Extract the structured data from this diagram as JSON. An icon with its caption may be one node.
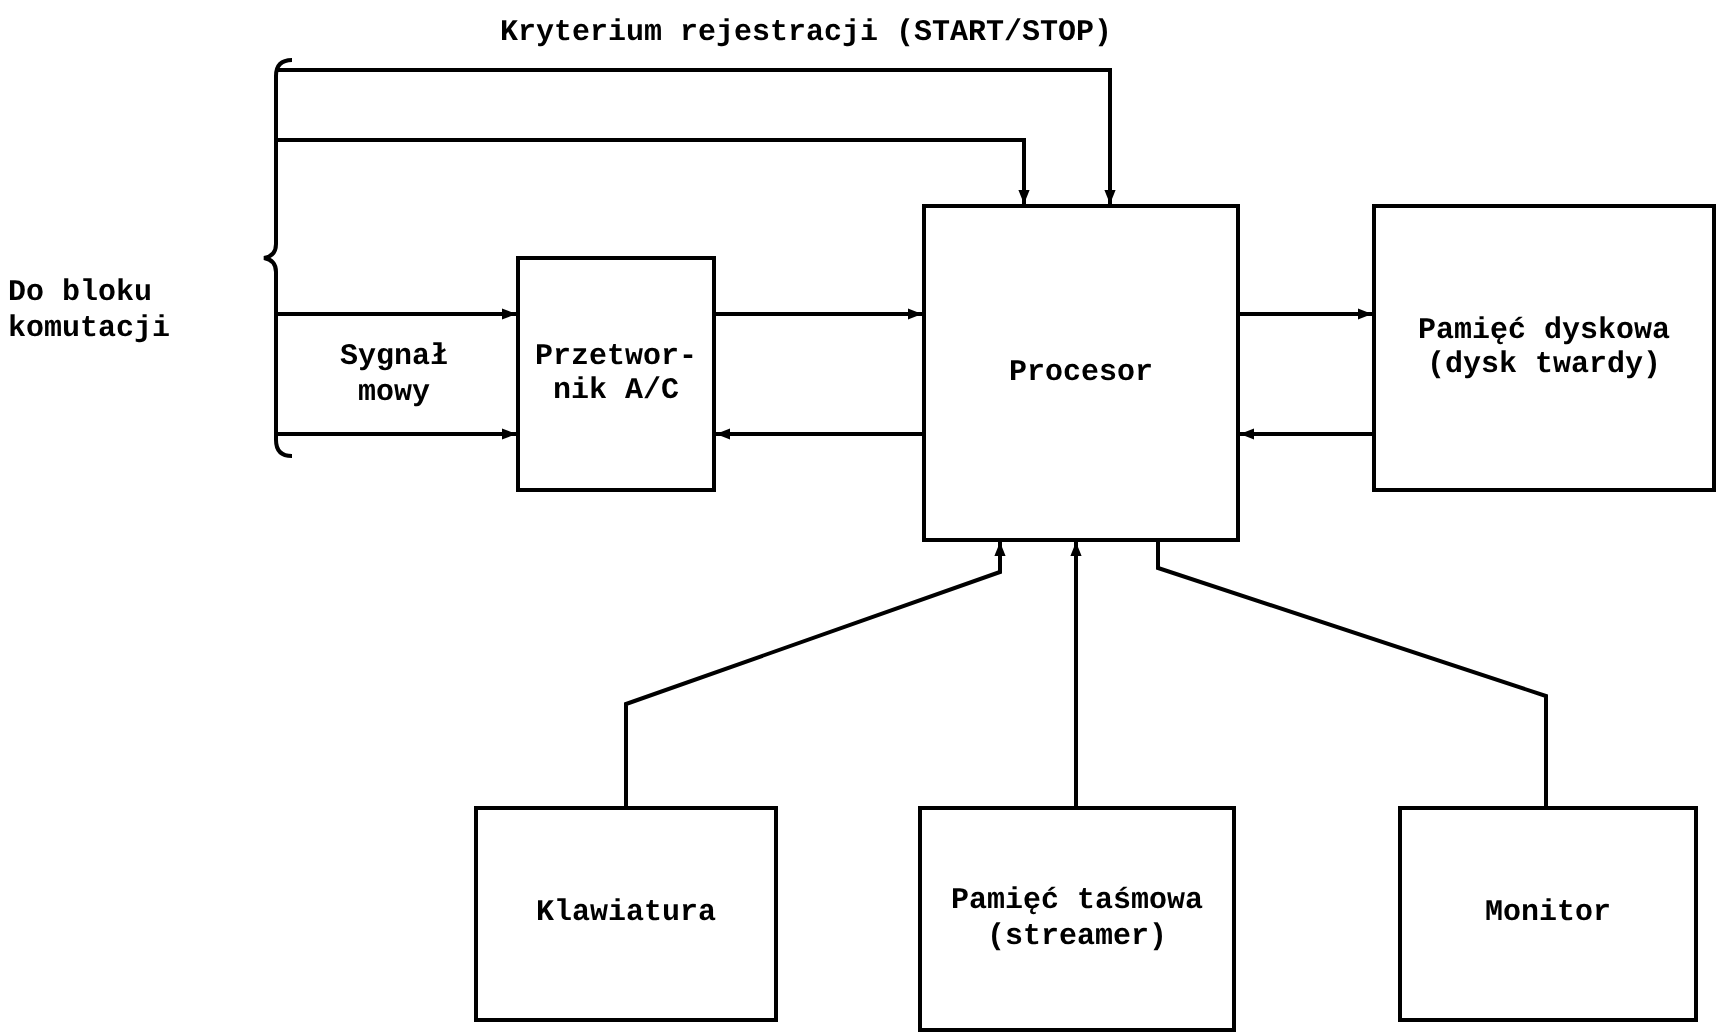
{
  "diagram": {
    "nodes": [
      {
        "text": [
          "Przetwor- nik A/C"
        ]
      },
      {
        "text": [
          "Procesor"
        ]
      },
      {
        "text": [
          "Pamięć dyskowa (dysk twardy)"
        ]
      },
      {
        "text": [
          "Klawiatura"
        ]
      },
      {
        "text": [
          "Pamięć taśmowa (streamer)"
        ]
      },
      {
        "text": [
          "Monitor"
        ]
      }
    ],
    "edges": [
      {
        "from": null,
        "to": 1,
        "arrow": "to",
        "label": "Kryterium rejestracji (START/STOP)"
      },
      {
        "from": null,
        "to": 1,
        "arrow": "to"
      },
      {
        "from": null,
        "to": 0,
        "arrow": "to"
      },
      {
        "from": null,
        "to": 0,
        "arrow": "to"
      },
      {
        "from": 0,
        "to": 1,
        "arrow": "to"
      },
      {
        "from": 1,
        "to": 0,
        "arrow": "to"
      },
      {
        "from": 1,
        "to": 2,
        "arrow": "to"
      },
      {
        "from": 2,
        "to": 1,
        "arrow": "to"
      },
      {
        "from": 3,
        "to": 1,
        "arrow": "to"
      },
      {
        "from": 4,
        "to": 1,
        "arrow": "to"
      },
      {
        "from": 5,
        "to": 1,
        "arrow": "none"
      }
    ],
    "labels": [
      "Do bloku komutacji",
      "Sygnał mowy"
    ]
  }
}
